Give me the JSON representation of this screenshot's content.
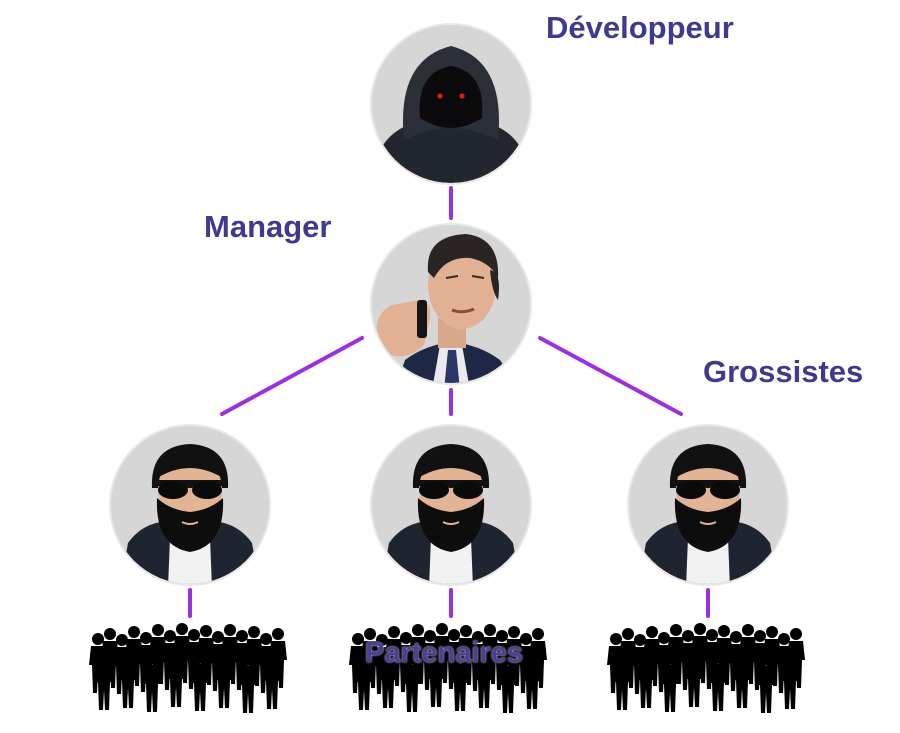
{
  "labels": {
    "developer": "Développeur",
    "manager": "Manager",
    "wholesalers": "Grossistes",
    "partners": "Partenaires"
  },
  "colors": {
    "connector": "#9b30e0",
    "label": "#3d3a8f",
    "circle_bg": "#d6d6d6"
  },
  "icons": {
    "developer": "hooded-hacker-icon",
    "manager": "businessman-on-phone-icon",
    "wholesaler": "bearded-man-sunglasses-icon",
    "partners": "crowd-silhouette-icon"
  }
}
